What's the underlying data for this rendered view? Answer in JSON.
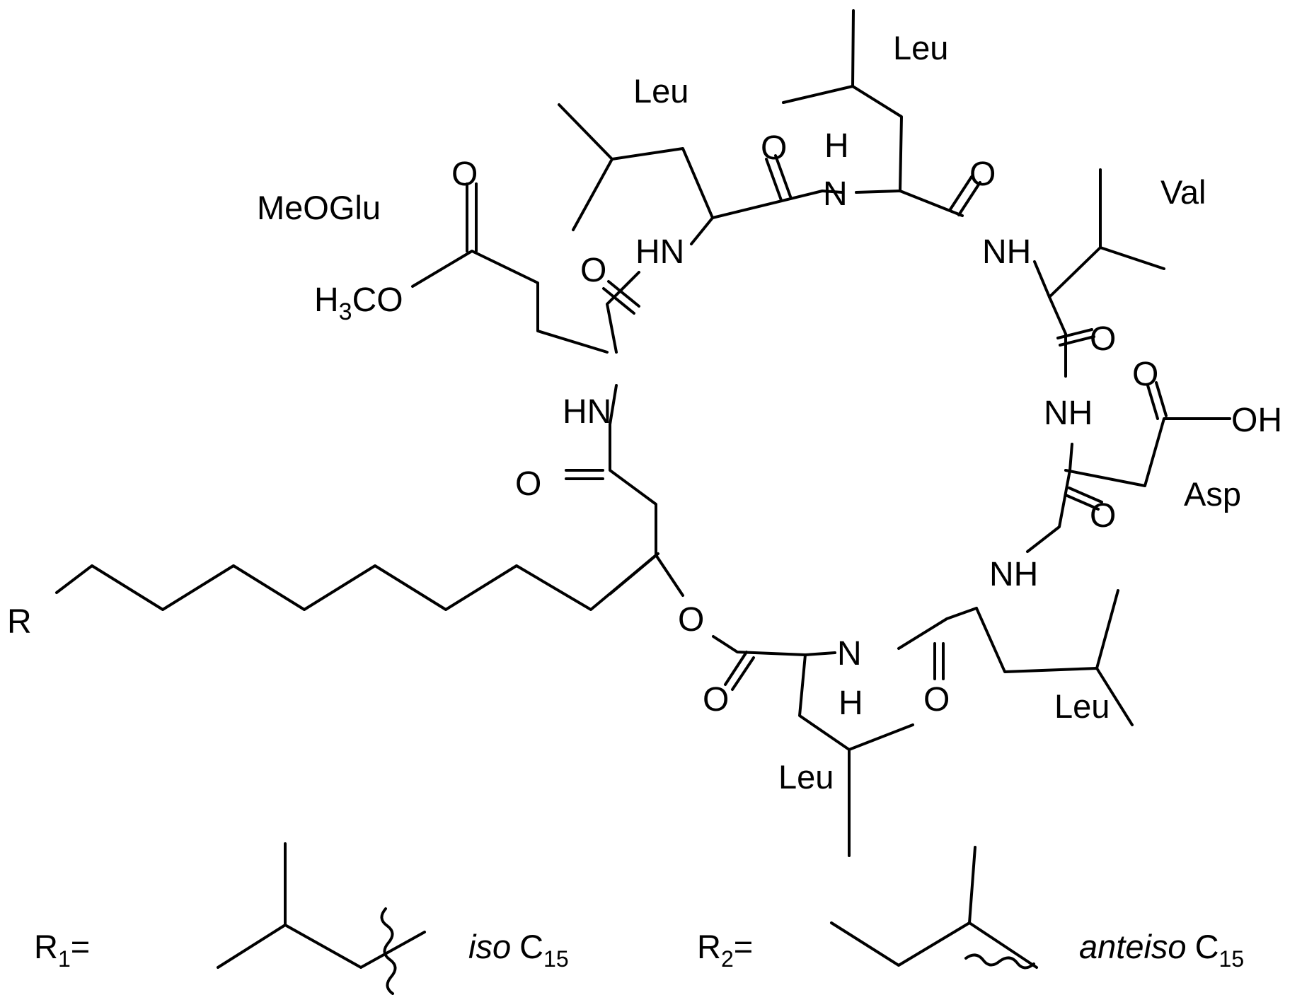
{
  "residues": {
    "leu1": "Leu",
    "leu2": "Leu",
    "val": "Val",
    "meoglu": "MeOGlu",
    "asp": "Asp",
    "leu3": "Leu",
    "leu4": "Leu"
  },
  "atoms": {
    "nh": "NH",
    "hn": "HN",
    "n": "N",
    "h": "H",
    "o": "O",
    "oh": "OH",
    "r": "R",
    "h3co_h": "H",
    "h3co_sub": "3",
    "h3co_co": "CO"
  },
  "legend": {
    "r1_label": "R",
    "r1_sub": "1",
    "r1_eq": "=",
    "r1_name_ital": "iso",
    "r1_name_c": "C",
    "r1_name_sub": "15",
    "r2_label": "R",
    "r2_sub": "2",
    "r2_eq": "=",
    "r2_name_ital": "anteiso",
    "r2_name_c": "C",
    "r2_name_sub": "15"
  }
}
